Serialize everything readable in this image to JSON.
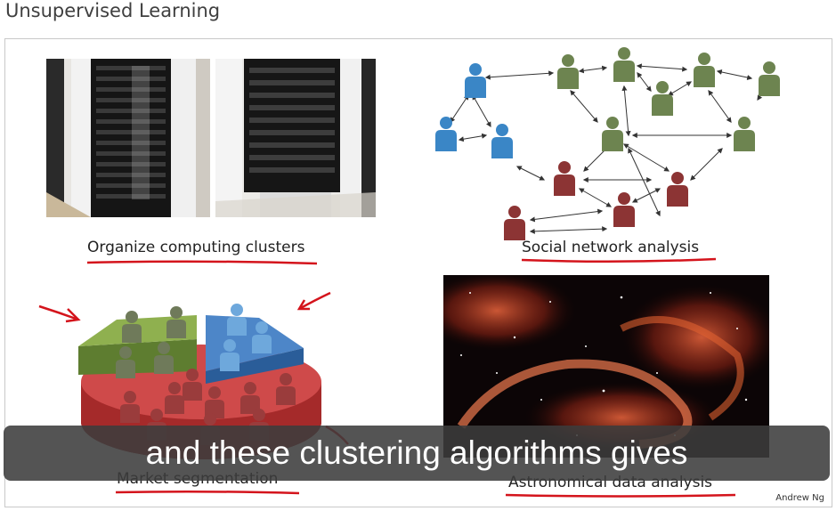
{
  "page": {
    "title": "Unsupervised Learning"
  },
  "slide": {
    "captions": {
      "clusters": "Organize computing clusters",
      "social": "Social network analysis",
      "market": "Market segmentation",
      "astro": "Astronomical data analysis"
    },
    "credit": "Andrew Ng"
  },
  "video": {
    "subtitle": "and these clustering algorithms gives"
  },
  "colors": {
    "annotation_red": "#d4141c",
    "person_blue": "#3a86c6",
    "person_green": "#6d8450",
    "person_red": "#8c3434"
  }
}
